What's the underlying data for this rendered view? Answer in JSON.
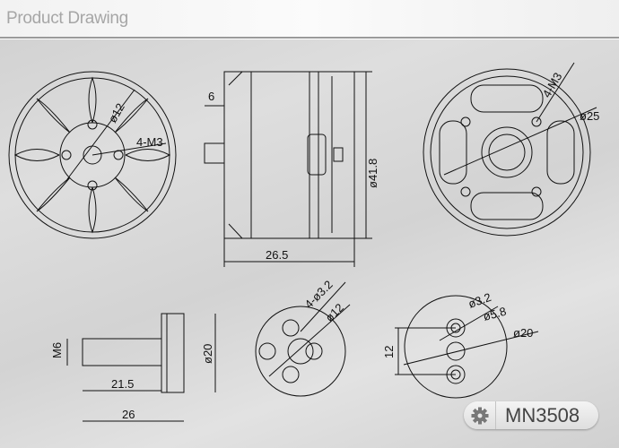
{
  "header": {
    "title": "Product Drawing"
  },
  "front_view": {
    "hub_hole": "ø12",
    "screw": "4-M3"
  },
  "side_view": {
    "shaft_length": "6",
    "diameter": "ø41.8",
    "height": "26.5"
  },
  "rear_view": {
    "screw": "4-M3",
    "pcd": "ø25"
  },
  "shaft_view": {
    "thread": "M6",
    "length_a": "21.5",
    "length_b": "26",
    "diameter": "ø20"
  },
  "prop_adapter": {
    "holes": "4-ø3.2",
    "pcd": "ø12"
  },
  "mount_view": {
    "hole": "ø3.2",
    "counterbore": "ø5.8",
    "diameter": "ø20",
    "spacing": "12"
  },
  "badge": {
    "icon": "gear-icon",
    "model": "MN3508"
  }
}
